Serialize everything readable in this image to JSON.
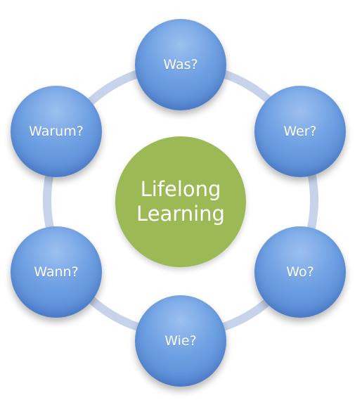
{
  "diagram": {
    "center": {
      "line1": "Lifelong",
      "line2": "Learning"
    },
    "nodes": {
      "was": "Was?",
      "wer": "Wer?",
      "wo": "Wo?",
      "wie": "Wie?",
      "wann": "Wann?",
      "warum": "Warum?"
    },
    "colors": {
      "node": "#6d9fe2",
      "center": "#9bb955",
      "ring": "#c7d3ea"
    }
  }
}
